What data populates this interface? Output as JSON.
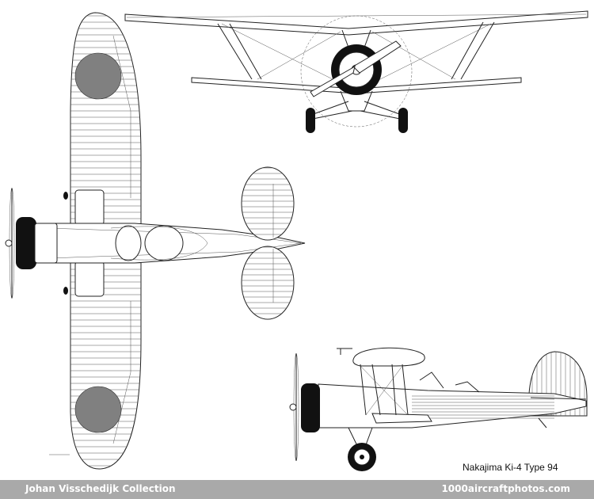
{
  "caption": "Nakajima Ki-4 Type 94",
  "footer": {
    "left_credit": "Johan Visschedijk Collection",
    "right_credit": "1000aircraftphotos.com"
  },
  "colors": {
    "footer_bg": "#a9a9a9",
    "footer_text": "#ffffff",
    "roundel": "#808080",
    "engine": "#111111"
  }
}
